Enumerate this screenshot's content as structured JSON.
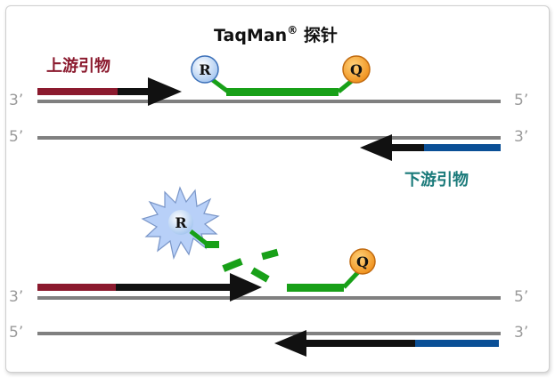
{
  "title": {
    "main": "TaqMan",
    "reg": "®",
    "suffix": " 探针"
  },
  "labels": {
    "forward_primer": "上游引物",
    "reverse_primer": "下游引物",
    "reporter": "R",
    "quencher": "Q"
  },
  "strand_ends": {
    "top1_left": "3’",
    "top1_right": "5’",
    "top2_left": "5’",
    "top2_right": "3’",
    "bot1_left": "3’",
    "bot1_right": "5’",
    "bot2_left": "5’",
    "bot2_right": "3’"
  },
  "colors": {
    "strand": "#808080",
    "forward_primer": "#8b1a2e",
    "reverse_primer": "#0a4f96",
    "probe": "#18a018",
    "reporter_fill": "#a8c8f0",
    "quencher_fill": "#f0921e",
    "forward_label": "#8b1a2e",
    "reverse_label": "#1a7a7a"
  }
}
